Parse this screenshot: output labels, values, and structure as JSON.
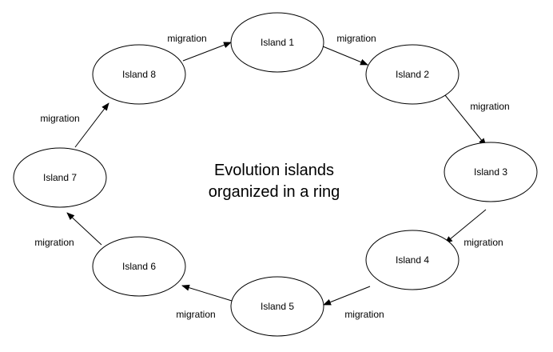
{
  "title": {
    "line1": "Evolution islands",
    "line2": "organized in a ring"
  },
  "nodes": [
    {
      "id": "island-1",
      "label": "Island 1"
    },
    {
      "id": "island-2",
      "label": "Island 2"
    },
    {
      "id": "island-3",
      "label": "Island 3"
    },
    {
      "id": "island-4",
      "label": "Island 4"
    },
    {
      "id": "island-5",
      "label": "Island 5"
    },
    {
      "id": "island-6",
      "label": "Island 6"
    },
    {
      "id": "island-7",
      "label": "Island 7"
    },
    {
      "id": "island-8",
      "label": "Island 8"
    }
  ],
  "edges": [
    {
      "from": "island-1",
      "to": "island-2",
      "label": "migration"
    },
    {
      "from": "island-2",
      "to": "island-3",
      "label": "migration"
    },
    {
      "from": "island-3",
      "to": "island-4",
      "label": "migration"
    },
    {
      "from": "island-4",
      "to": "island-5",
      "label": "migration"
    },
    {
      "from": "island-5",
      "to": "island-6",
      "label": "migration"
    },
    {
      "from": "island-6",
      "to": "island-7",
      "label": "migration"
    },
    {
      "from": "island-7",
      "to": "island-8",
      "label": "migration"
    },
    {
      "from": "island-8",
      "to": "island-1",
      "label": "migration"
    }
  ]
}
